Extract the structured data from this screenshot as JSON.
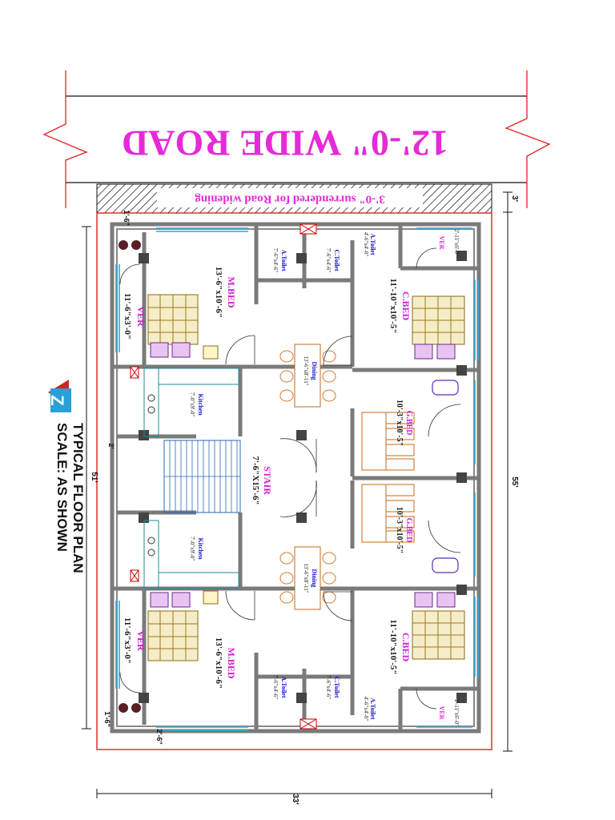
{
  "road": {
    "title": "12'-0\"   WIDE ROAD",
    "surrender_note": "3'-0\" surrendered for Road widening"
  },
  "plan": {
    "title": "TYPICAL FLOOR PLAN",
    "scale": "SCALE: AS SHOWN"
  },
  "dimensions": {
    "depth_total": "51'",
    "width_total": "33'",
    "depth_total_right": "55'",
    "road_strip": "3'",
    "top_left_offset": "1'-6\"",
    "bottom_left_offset": "1'-6\"",
    "bottom_wall": "2'-6\"",
    "mid_tick": "2'"
  },
  "rooms": {
    "ver_left": {
      "name": "VER",
      "size": "11'-6\"x3'-0\""
    },
    "mbed": {
      "name": "M.BED",
      "size": "13'-6\"x10'-6\""
    },
    "a_toilet": {
      "name": "A.Toilet",
      "size": "7'-6\"x4'-6\""
    },
    "c_toilet": {
      "name": "C.Toilet",
      "size": "7'-6\"x4'-6\""
    },
    "a_toilet_small": {
      "name": "A.Toilet",
      "size": "4'-6\"x4'-0\""
    },
    "ver_right": {
      "name": "VER",
      "size": "2'-11\"x6'-0\""
    },
    "cbed": {
      "name": "C.BED",
      "size": "11'-10\"x10'-5\""
    },
    "dining": {
      "name": "Dining",
      "size": "13'-6\"x8'-11\""
    },
    "kitchen": {
      "name": "Kitchen",
      "size": "7'-0\"x9'-0\""
    },
    "gbed": {
      "name": "G.BED",
      "size": "10'-3\"x10'-5\""
    },
    "stair": {
      "name": "STAIR",
      "size": "7'-6\"X15'-6\""
    }
  },
  "colors": {
    "annotation": "#e62ad7",
    "boundary": "#e02020",
    "window": "#2aa6d8",
    "toilet_label": "#1616c8"
  },
  "icons": {
    "logo": "compass-logo"
  }
}
